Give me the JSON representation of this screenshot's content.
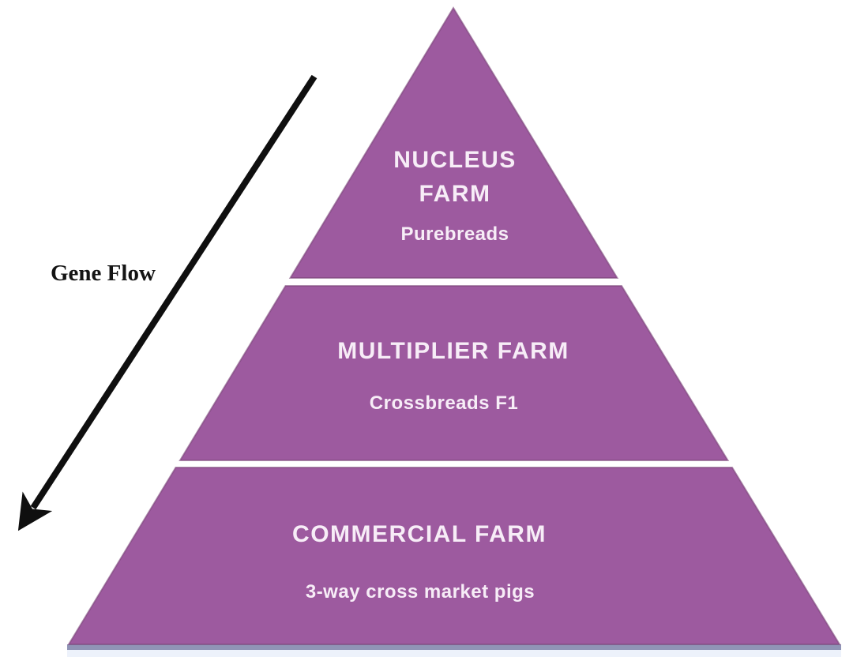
{
  "diagram": {
    "gene_flow_label": "Gene Flow",
    "tiers": [
      {
        "id": "nucleus",
        "title": "NUCLEUS FARM",
        "subtitle": "Purebreads"
      },
      {
        "id": "multiplier",
        "title": "MULTIPLIER FARM",
        "subtitle": "Crossbreads F1"
      },
      {
        "id": "commercial",
        "title": "COMMERCIAL FARM",
        "subtitle": "3-way cross market pigs"
      }
    ],
    "colors": {
      "pyramid_fill": "#9d5a9f",
      "pyramid_edge": "#7a4578",
      "tier_text": "#f7edf7",
      "arrow": "#0f0f0f",
      "base_line": "#9094b6",
      "base_strip": "#edf2fb",
      "background": "#ffffff"
    }
  }
}
